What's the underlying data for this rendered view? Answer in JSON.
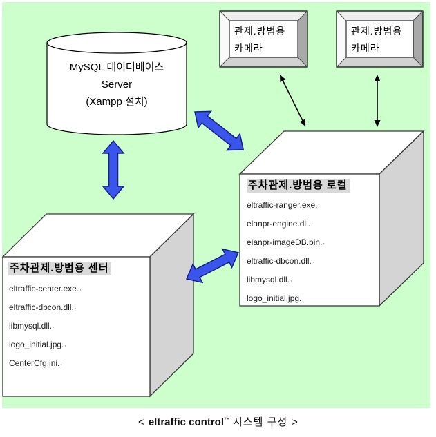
{
  "window": {
    "background": "#ffffff",
    "panel_background": "#ccffcc"
  },
  "diagram": {
    "database_server": {
      "lines": [
        "MySQL 데이터베이스",
        "Server",
        "(Xampp 설치)"
      ]
    },
    "cameras": [
      {
        "lines": [
          "관제.방범용",
          "카메라"
        ]
      },
      {
        "lines": [
          "관제.방범용",
          "카메라"
        ]
      }
    ],
    "local_node": {
      "title": "주차관제.방범용 로컬",
      "files": [
        "eltraffic-ranger.exe.",
        "elanpr-engine.dll.",
        "elanpr-imageDB.bin.",
        "eltraffic-dbcon.dll.",
        "libmysql.dll.",
        "logo_initial.jpg."
      ]
    },
    "center_node": {
      "title": "주차관제.방범용 센터",
      "files": [
        "eltraffic-center.exe.",
        "eltraffic-dbcon.dll.",
        "libmysql.dll.",
        "logo_initial.jpg.",
        "CenterCfg.ini."
      ]
    },
    "paragraph_mark": ",",
    "colors": {
      "arrow_blue": "#3a55ec",
      "arrow_blue_outline": "#141f7e",
      "arrow_black": "#000000",
      "cube_side_gray": "#d4d4d4",
      "camera_bevel_dark": "#a9a9a9",
      "title_highlight": "#d9d9d9"
    }
  },
  "caption": {
    "open": "<",
    "brand": "eltraffic control",
    "trademark": "™",
    "label": "시스템 구성",
    "close": ">"
  }
}
